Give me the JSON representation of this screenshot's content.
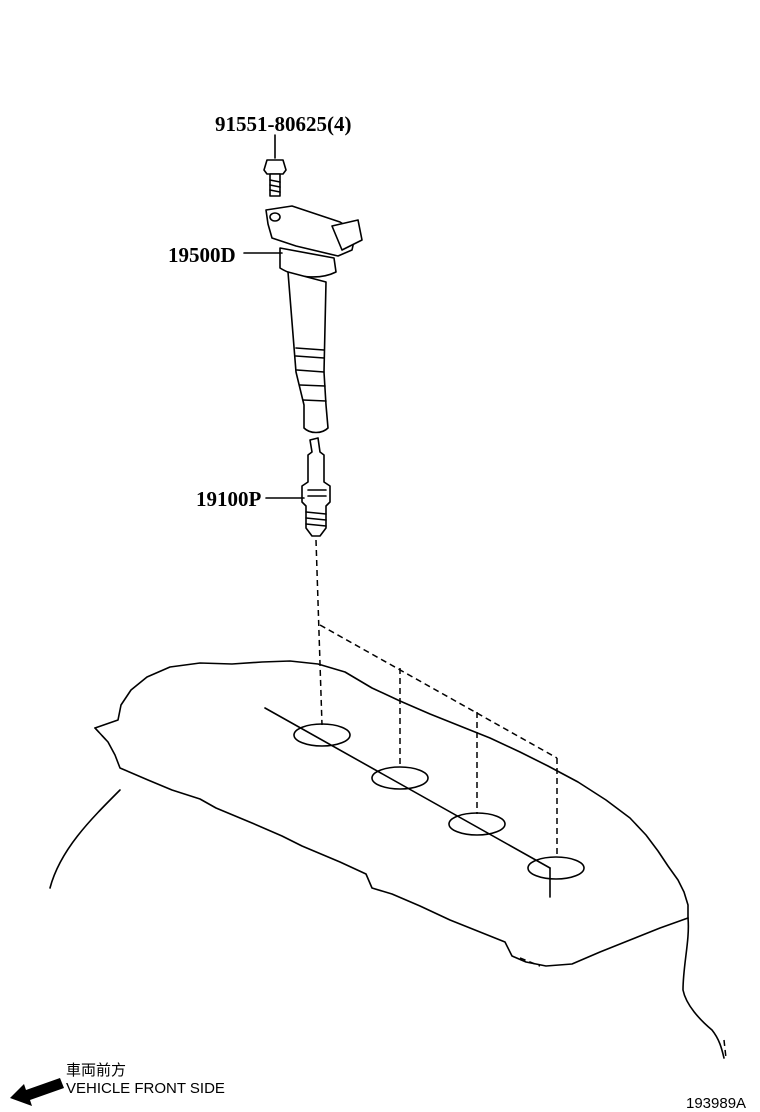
{
  "parts": {
    "bolt": {
      "label": "91551-80625(4)"
    },
    "ignition_coil": {
      "label": "19500D"
    },
    "spark_plug": {
      "label": "19100P"
    }
  },
  "orientation": {
    "label_jp": "車両前方",
    "label_en": "VEHICLE FRONT SIDE",
    "icon": "arrow-front-left-icon"
  },
  "figure_id": "193989A"
}
